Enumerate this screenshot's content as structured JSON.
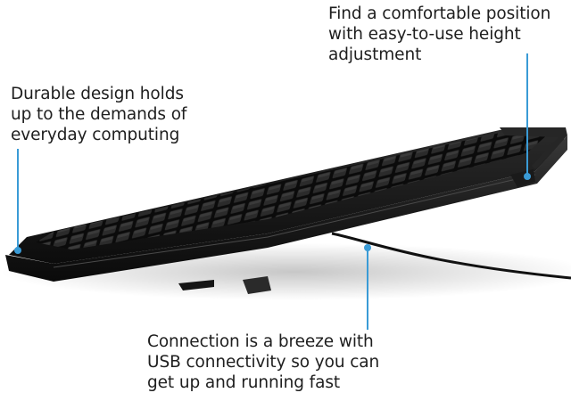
{
  "callouts": {
    "height_adjustment": {
      "lines": [
        "Find a comfortable position",
        "with easy-to-use height",
        "adjustment"
      ]
    },
    "durable_design": {
      "lines": [
        "Durable design holds",
        "up to the demands of",
        "everyday computing"
      ]
    },
    "usb_connection": {
      "lines": [
        "Connection is a breeze with",
        "USB connectivity so you can",
        "get up and running fast"
      ]
    }
  },
  "colors": {
    "callout_line": "#3a9bd6",
    "keyboard_body": "#161616",
    "text": "#1e1e1e"
  }
}
